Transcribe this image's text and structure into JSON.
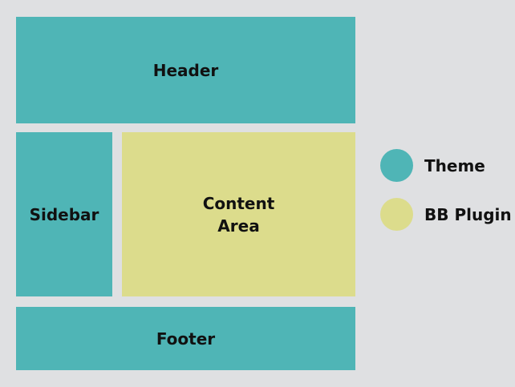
{
  "colors": {
    "theme": "#4fb5b6",
    "plugin": "#dcdc8c",
    "background": "#dfe0e2"
  },
  "layout_blocks": {
    "header": "Header",
    "sidebar": "Sidebar",
    "content": "Content Area",
    "footer": "Footer"
  },
  "legend": [
    {
      "label": "Theme",
      "color": "#4fb5b6"
    },
    {
      "label": "BB Plugin",
      "color": "#dcdc8c"
    }
  ]
}
